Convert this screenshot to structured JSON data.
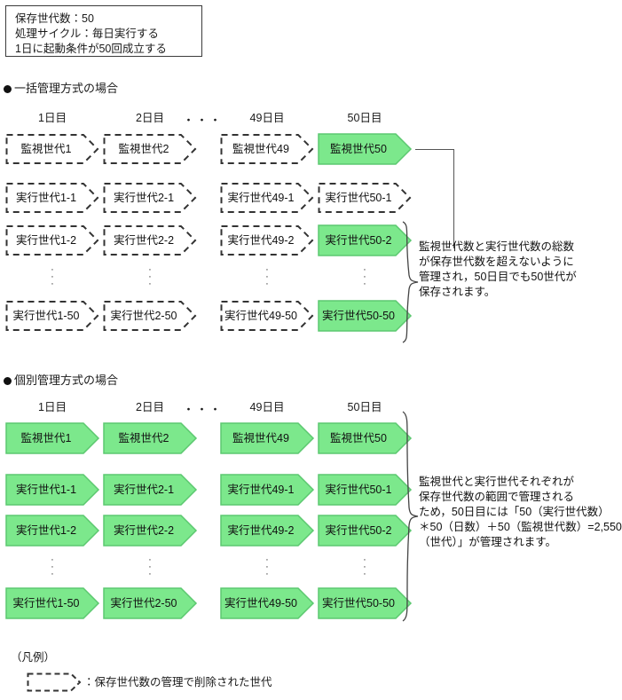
{
  "condition_box": {
    "lines": [
      "保存世代数：50",
      "処理サイクル：毎日実行する",
      "1日に起動条件が50回成立する"
    ]
  },
  "sections": [
    {
      "heading": "●一括管理方式の場合",
      "heading_text": "一括管理方式の場合",
      "columns": [
        "1日目",
        "2日目",
        "49日目",
        "50日目"
      ],
      "ellipsis": "・・・",
      "rows": [
        {
          "cells": [
            {
              "label": "監視世代1",
              "state": "deleted"
            },
            {
              "label": "監視世代2",
              "state": "deleted"
            },
            {
              "label": "監視世代49",
              "state": "deleted"
            },
            {
              "label": "監視世代50",
              "state": "kept"
            }
          ]
        },
        {
          "cells": [
            {
              "label": "実行世代1-1",
              "state": "deleted"
            },
            {
              "label": "実行世代2-1",
              "state": "deleted"
            },
            {
              "label": "実行世代49-1",
              "state": "deleted"
            },
            {
              "label": "実行世代50-1",
              "state": "deleted"
            }
          ]
        },
        {
          "cells": [
            {
              "label": "実行世代1-2",
              "state": "deleted"
            },
            {
              "label": "実行世代2-2",
              "state": "deleted"
            },
            {
              "label": "実行世代49-2",
              "state": "deleted"
            },
            {
              "label": "実行世代50-2",
              "state": "kept"
            }
          ]
        },
        {
          "cells": [
            {
              "label": "実行世代1-50",
              "state": "deleted"
            },
            {
              "label": "実行世代2-50",
              "state": "deleted"
            },
            {
              "label": "実行世代49-50",
              "state": "deleted"
            },
            {
              "label": "実行世代50-50",
              "state": "kept"
            }
          ]
        }
      ],
      "annotation": [
        "監視世代数と実行世代数の総数",
        "が保存世代数を超えないように",
        "管理され，50日目でも50世代が",
        "保存されます。"
      ]
    },
    {
      "heading": "●個別管理方式の場合",
      "heading_text": "個別管理方式の場合",
      "columns": [
        "1日目",
        "2日目",
        "49日目",
        "50日目"
      ],
      "ellipsis": "・・・",
      "rows": [
        {
          "cells": [
            {
              "label": "監視世代1",
              "state": "kept"
            },
            {
              "label": "監視世代2",
              "state": "kept"
            },
            {
              "label": "監視世代49",
              "state": "kept"
            },
            {
              "label": "監視世代50",
              "state": "kept"
            }
          ]
        },
        {
          "cells": [
            {
              "label": "実行世代1-1",
              "state": "kept"
            },
            {
              "label": "実行世代2-1",
              "state": "kept"
            },
            {
              "label": "実行世代49-1",
              "state": "kept"
            },
            {
              "label": "実行世代50-1",
              "state": "kept"
            }
          ]
        },
        {
          "cells": [
            {
              "label": "実行世代1-2",
              "state": "kept"
            },
            {
              "label": "実行世代2-2",
              "state": "kept"
            },
            {
              "label": "実行世代49-2",
              "state": "kept"
            },
            {
              "label": "実行世代50-2",
              "state": "kept"
            }
          ]
        },
        {
          "cells": [
            {
              "label": "実行世代1-50",
              "state": "kept"
            },
            {
              "label": "実行世代2-50",
              "state": "kept"
            },
            {
              "label": "実行世代49-50",
              "state": "kept"
            },
            {
              "label": "実行世代50-50",
              "state": "kept"
            }
          ]
        }
      ],
      "annotation": [
        "監視世代と実行世代それぞれが",
        "保存世代数の範囲で管理される",
        "ため，50日目には「50（実行世代数）",
        "＊50（日数）＋50（監視世代数）=2,550",
        "（世代）」が管理されます。"
      ]
    }
  ],
  "legend": {
    "title": "（凡例）",
    "items": [
      {
        "shape": "dashed-arrow",
        "text": "：保存世代数の管理で削除された世代"
      }
    ]
  },
  "colors": {
    "kept_fill": "#7ce88c",
    "kept_stroke": "#5cc870",
    "deleted_stroke": "#333333",
    "text": "#111111",
    "connector": "#555555"
  }
}
